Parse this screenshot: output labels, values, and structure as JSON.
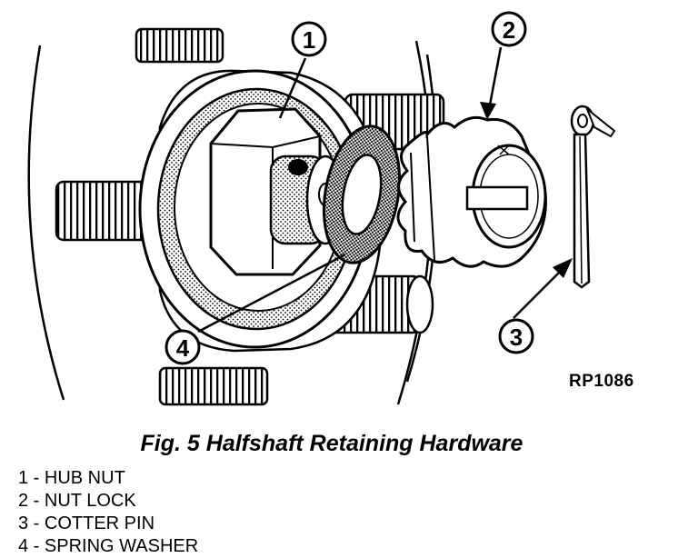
{
  "figure": {
    "ref_code": "RP1086",
    "caption": "Fig. 5 Halfshaft Retaining Hardware",
    "callouts": [
      "1",
      "2",
      "3",
      "4"
    ],
    "legend": [
      "1 - HUB NUT",
      "2 - NUT LOCK",
      "3 - COTTER PIN",
      "4 - SPRING WASHER"
    ]
  }
}
